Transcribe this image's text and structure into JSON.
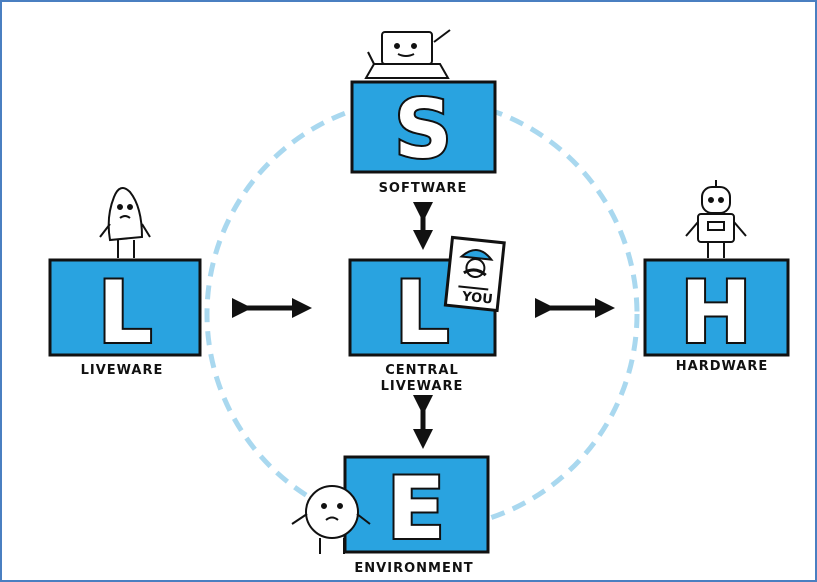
{
  "colors": {
    "box_fill": "#29a3e0",
    "box_outline": "#111111",
    "circle_dash": "#a9d8ef",
    "frame_border": "#4a7fc1",
    "arrow": "#111111"
  },
  "nodes": {
    "software": {
      "letter": "S",
      "label": "SOFTWARE"
    },
    "liveware": {
      "letter": "L",
      "label": "LIVEWARE"
    },
    "central": {
      "letter": "L",
      "label_line1": "CENTRAL",
      "label_line2": "LIVEWARE",
      "badge": "YOU"
    },
    "hardware": {
      "letter": "H",
      "label": "HARDWARE"
    },
    "environment": {
      "letter": "E",
      "label": "ENVIRONMENT"
    }
  },
  "characters": [
    "laptop-character",
    "blob-character",
    "robot-character",
    "round-character",
    "mustache-man-portrait"
  ]
}
